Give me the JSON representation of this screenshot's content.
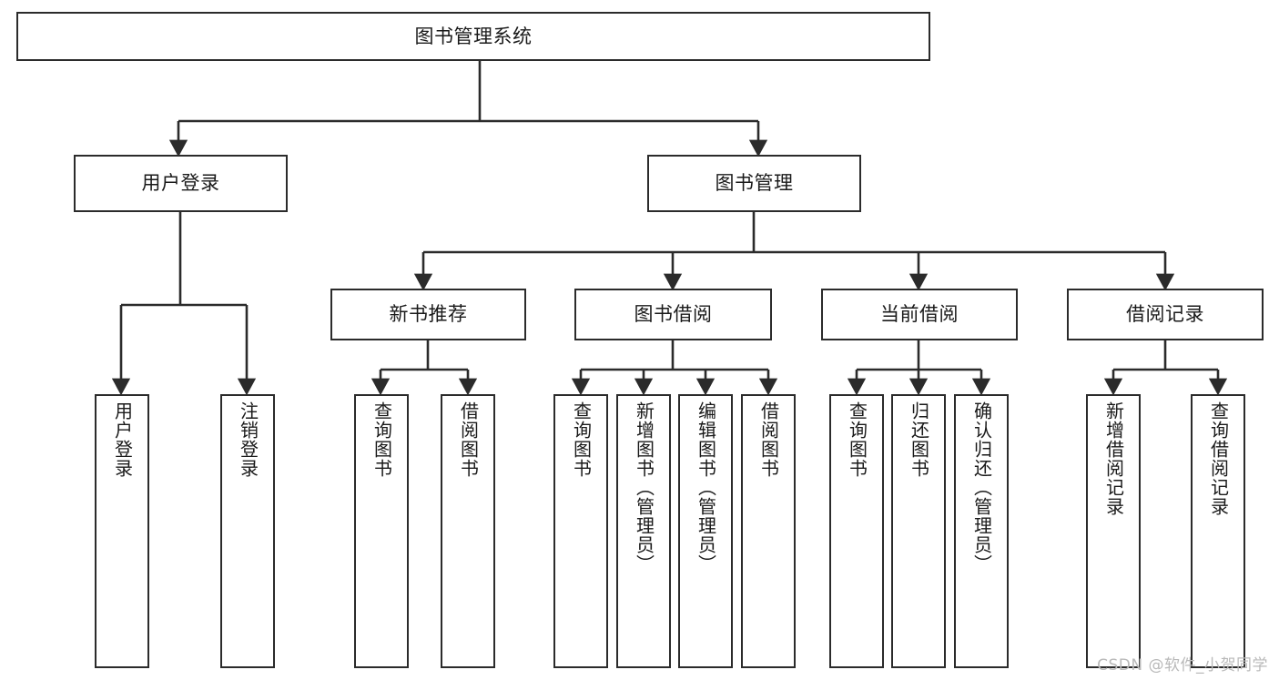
{
  "diagram": {
    "title": "图书管理系统",
    "type": "tree-hierarchy",
    "nodes": {
      "root": {
        "label": "图书管理系统"
      },
      "level2": [
        {
          "id": "user-login",
          "label": "用户登录"
        },
        {
          "id": "book-manage",
          "label": "图书管理"
        }
      ],
      "level3": [
        {
          "id": "new-book-recommend",
          "label": "新书推荐"
        },
        {
          "id": "book-borrow",
          "label": "图书借阅"
        },
        {
          "id": "current-borrow",
          "label": "当前借阅"
        },
        {
          "id": "borrow-record",
          "label": "借阅记录"
        }
      ],
      "leaves": [
        {
          "id": "leaf-user-login",
          "label": "用户登录"
        },
        {
          "id": "leaf-logout-login",
          "label": "注销登录"
        },
        {
          "id": "leaf-query-book-1",
          "label": "查询图书"
        },
        {
          "id": "leaf-borrow-book-1",
          "label": "借阅图书"
        },
        {
          "id": "leaf-query-book-2",
          "label": "查询图书"
        },
        {
          "id": "leaf-add-book",
          "label": "新增图书（管理员）"
        },
        {
          "id": "leaf-edit-book",
          "label": "编辑图书（管理员）"
        },
        {
          "id": "leaf-borrow-book-2",
          "label": "借阅图书"
        },
        {
          "id": "leaf-query-book-3",
          "label": "查询图书"
        },
        {
          "id": "leaf-return-book",
          "label": "归还图书"
        },
        {
          "id": "leaf-confirm-return",
          "label": "确认归还（管理员）"
        },
        {
          "id": "leaf-add-record",
          "label": "新增借阅记录"
        },
        {
          "id": "leaf-query-record",
          "label": "查询借阅记录"
        }
      ]
    },
    "colors": {
      "border": "#2b2b2b",
      "connector": "#2b2b2b",
      "background": "#ffffff",
      "text": "#1a1a1a",
      "watermark": "#b9b9b9"
    }
  },
  "watermark": {
    "text": "CSDN @软件_小贺同学"
  }
}
